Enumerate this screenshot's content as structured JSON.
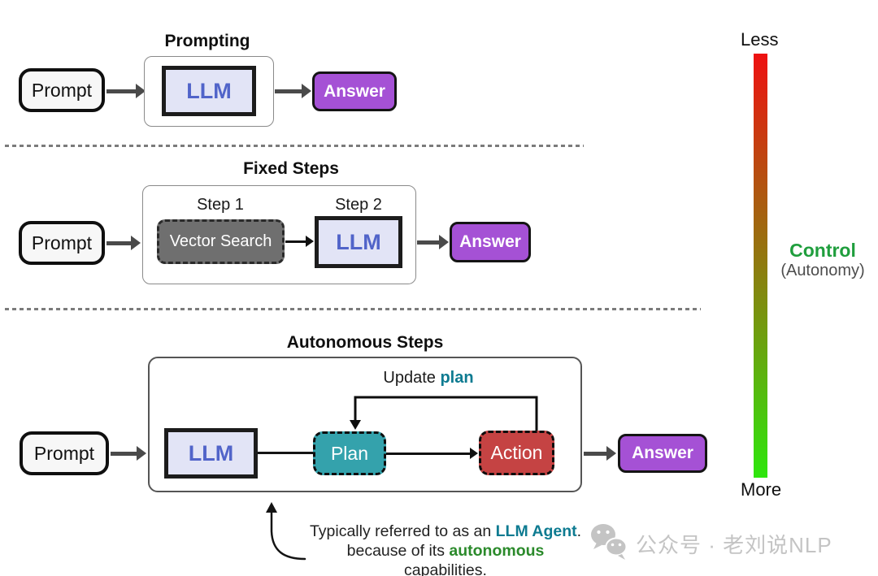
{
  "diagram": {
    "rows": [
      {
        "title": "Prompting",
        "prompt": "Prompt",
        "llm": "LLM",
        "answer": "Answer"
      },
      {
        "title": "Fixed Steps",
        "prompt": "Prompt",
        "step1": "Step 1",
        "step2": "Step 2",
        "vector_search": "Vector Search",
        "llm": "LLM",
        "answer": "Answer"
      },
      {
        "title": "Autonomous Steps",
        "prompt": "Prompt",
        "llm": "LLM",
        "plan": "Plan",
        "action": "Action",
        "update_prefix": "Update ",
        "update_keyword": "plan",
        "answer": "Answer"
      }
    ],
    "annotation": {
      "line1_prefix": "Typically referred to as an ",
      "line1_keyword": "LLM Agent",
      "line1_suffix": ".",
      "line2_prefix": "because of its ",
      "line2_keyword": "autonomous",
      "line2_suffix": " capabilities."
    }
  },
  "scale": {
    "top_label": "Less",
    "bottom_label": "More",
    "title": "Control",
    "subtitle": "(Autonomy)",
    "gradient_top": "#ee1111",
    "gradient_bottom": "#2ee60d"
  },
  "watermark": {
    "text": "公众号 · 老刘说NLP"
  },
  "colors": {
    "llm_fill": "#e2e4f6",
    "llm_text": "#5164c9",
    "answer_fill": "#a551d5",
    "plan_fill": "#34a2ac",
    "action_fill": "#c54343",
    "vector_fill": "#6f6f6f",
    "keyword_teal": "#0e7b91",
    "keyword_green": "#2b8a2b",
    "control_green": "#1f9e3d"
  }
}
